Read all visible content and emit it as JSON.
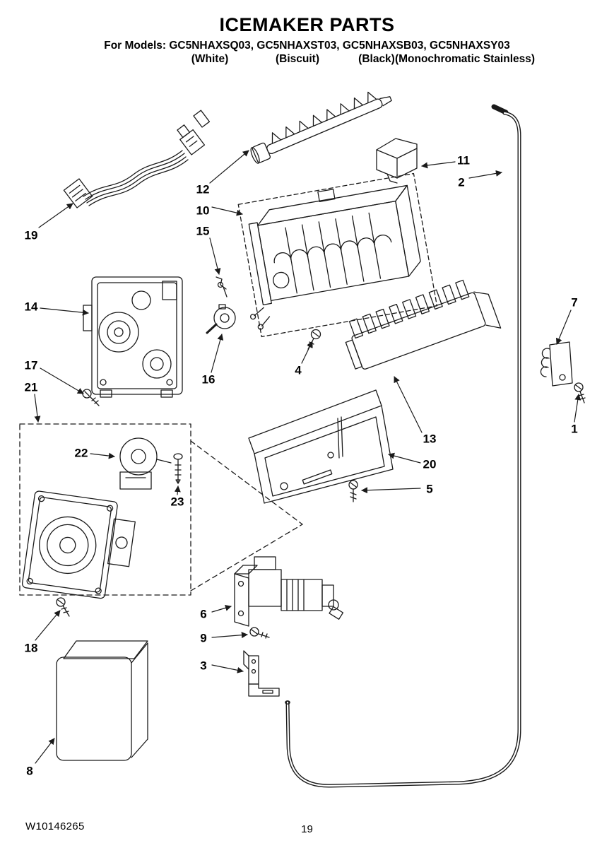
{
  "header": {
    "title": "ICEMAKER PARTS",
    "models_line": "For Models: GC5NHAXSQ03, GC5NHAXST03, GC5NHAXSB03, GC5NHAXSY03",
    "finishes": [
      "(White)",
      "(Biscuit)",
      "(Black)",
      "(Monochromatic Stainless)"
    ]
  },
  "callout_labels": [
    "1",
    "2",
    "3",
    "4",
    "5",
    "6",
    "7",
    "8",
    "9",
    "10",
    "11",
    "12",
    "13",
    "14",
    "15",
    "16",
    "17",
    "18",
    "19",
    "20",
    "21",
    "22",
    "23"
  ],
  "footer": {
    "doc_number": "W10146265",
    "page_number": "19"
  },
  "colors": {
    "line": "#1a1a1a",
    "background": "#ffffff"
  }
}
